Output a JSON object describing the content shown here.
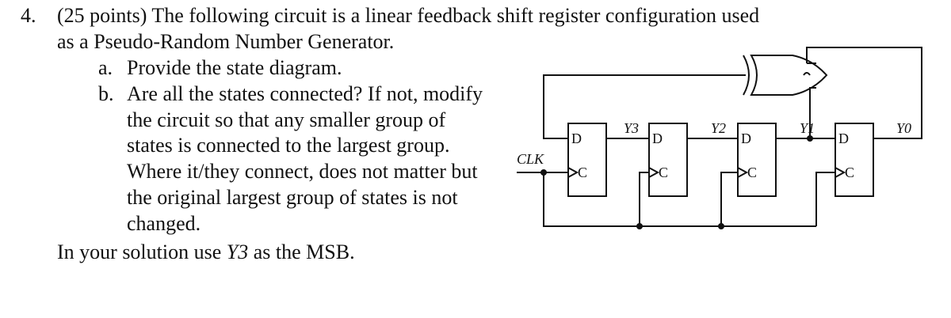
{
  "question": {
    "number": "4.",
    "header_line1": "(25 points) The following circuit is a linear feedback shift register configuration used",
    "header_line2": "as a Pseudo-Random Number Generator.",
    "part_a": {
      "label": "a.",
      "text": "Provide the state diagram."
    },
    "part_b": {
      "label": "b.",
      "lines": [
        "Are all the states connected? If not, modify",
        "the circuit so that any smaller group of",
        "states is connected to the largest group.",
        "Where it/they connect, does not matter but",
        "the original largest group of states is not",
        "changed."
      ]
    },
    "footer_prefix": "In your solution use ",
    "footer_var": "Y3",
    "footer_suffix": " as the MSB."
  },
  "circuit": {
    "clock_label": "CLK",
    "outputs": [
      "Y3",
      "Y2",
      "Y1",
      "Y0"
    ],
    "pin_d": "D",
    "pin_c": "C"
  }
}
